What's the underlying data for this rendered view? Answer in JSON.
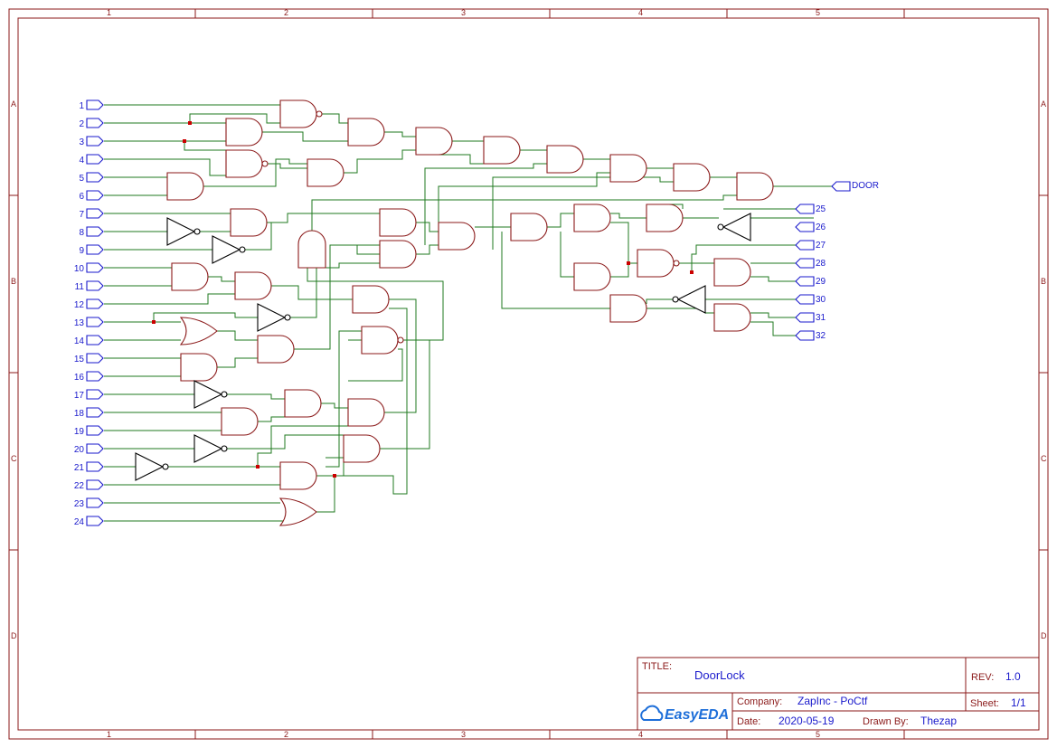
{
  "diagram": {
    "column_labels": [
      "1",
      "2",
      "3",
      "4",
      "5"
    ],
    "row_labels": [
      "A",
      "B",
      "C",
      "D"
    ],
    "input_pins": [
      "1",
      "2",
      "3",
      "4",
      "5",
      "6",
      "7",
      "8",
      "9",
      "10",
      "11",
      "12",
      "13",
      "14",
      "15",
      "16",
      "17",
      "18",
      "19",
      "20",
      "21",
      "22",
      "23",
      "24"
    ],
    "right_pins": [
      "25",
      "26",
      "27",
      "28",
      "29",
      "30",
      "31",
      "32"
    ],
    "output_pin": "DOOR"
  },
  "title_block": {
    "title_label": "TITLE:",
    "title_value": "DoorLock",
    "rev_label": "REV:",
    "rev_value": "1.0",
    "company_label": "Company:",
    "company_value": "ZapInc - PoCtf",
    "sheet_label": "Sheet:",
    "sheet_value": "1/1",
    "date_label": "Date:",
    "date_value": "2020-05-19",
    "drawn_label": "Drawn By:",
    "drawn_value": "Thezap",
    "logo_text": "EasyEDA",
    "logo_icon": "cloud-icon"
  },
  "colors": {
    "frame": "#8b1a1a",
    "wire": "#1f7a1f",
    "pin": "#1a1acc",
    "junction": "#cc0000"
  }
}
